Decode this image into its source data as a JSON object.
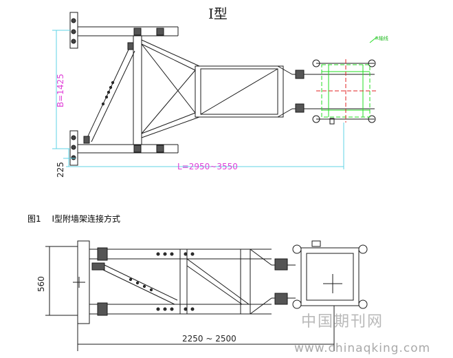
{
  "figure": {
    "top_title": "I型",
    "caption_number": "图1",
    "caption_text": "I型附墙架连接方式",
    "dim_height_top": "B=1425",
    "dim_offset_top": "225",
    "dim_length_top": "L=2950~3550",
    "green_tag": "R轴线",
    "dim_height_bottom": "560",
    "dim_length_bottom": "2250 ~ 2500"
  },
  "watermark": {
    "cn": "中国期刊网",
    "en": "www.chinaqking.com"
  },
  "colors": {
    "line": "#1a1a1a",
    "dimension": "#5fd3e6",
    "dimension_text": "#e040d8",
    "green": "#22dd22",
    "red": "#e02020"
  }
}
